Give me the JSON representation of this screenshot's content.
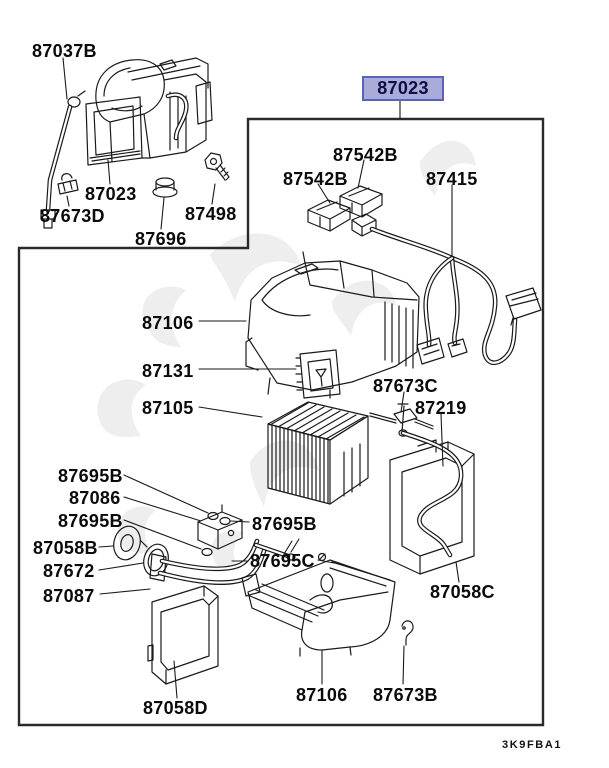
{
  "diagram": {
    "highlighted_label": "87023",
    "drawing_number": "3K9FBA1",
    "colors": {
      "highlight_fill": "#a9abd8",
      "highlight_border": "#5d61bb",
      "highlight_text": "#0e0e46",
      "line": "#1a1a1a"
    },
    "inset": {
      "labels": [
        "87037B",
        "87023",
        "87673D",
        "87498",
        "87696"
      ]
    },
    "main": {
      "labels": [
        "87542B",
        "87542B",
        "87415",
        "87106",
        "87131",
        "87105",
        "87673C",
        "87219",
        "87695B",
        "87086",
        "87695B",
        "87058B",
        "87672",
        "87087",
        "87695B",
        "87695C",
        "87058C",
        "87058D",
        "87106",
        "87673B"
      ]
    }
  }
}
